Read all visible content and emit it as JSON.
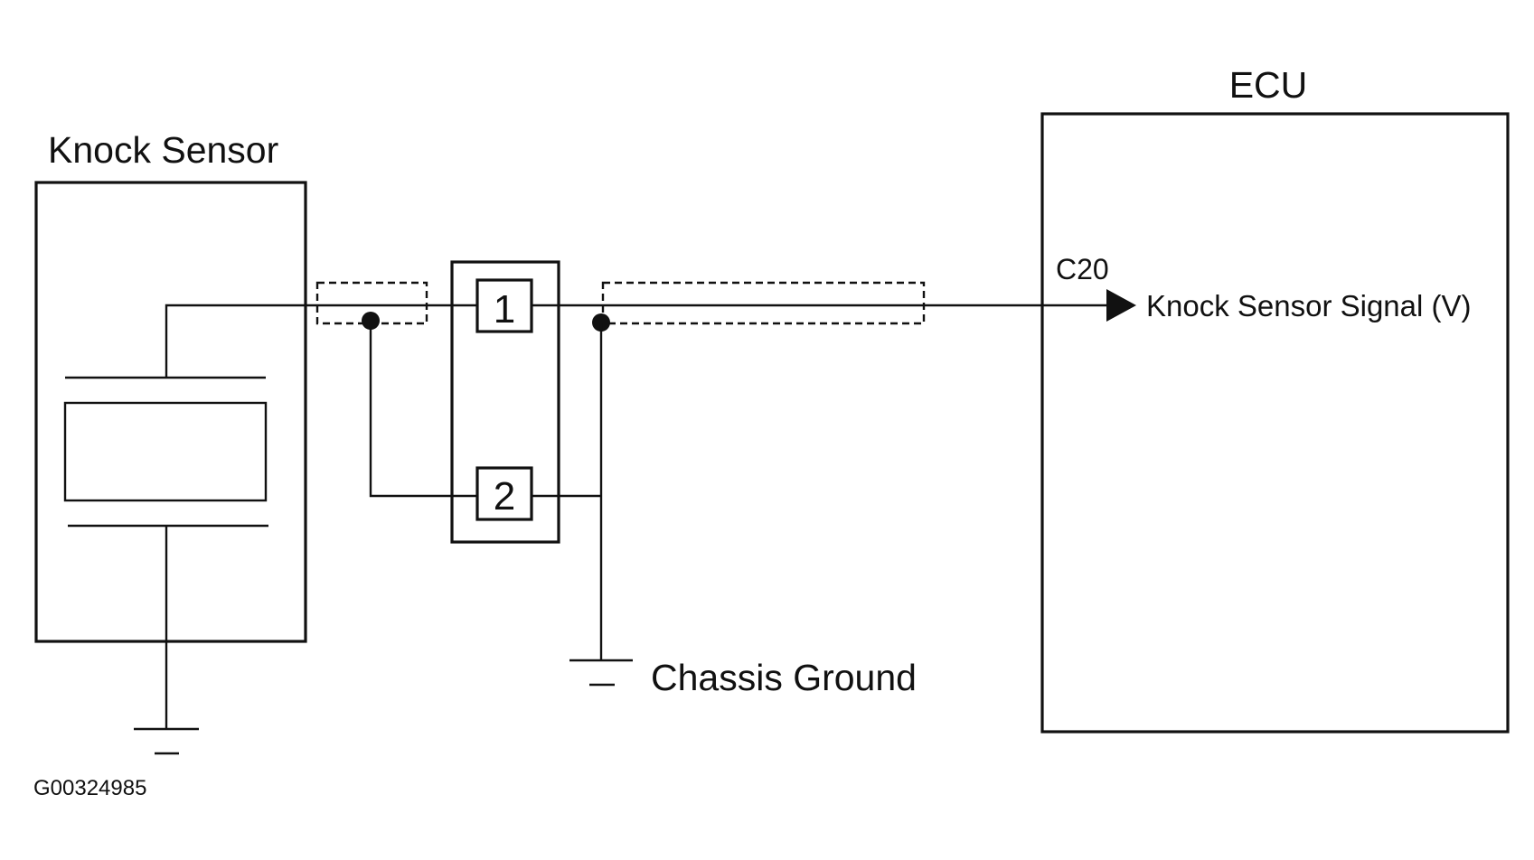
{
  "diagram": {
    "knock_sensor_label": "Knock Sensor",
    "ecu_label": "ECU",
    "pin_1": "1",
    "pin_2": "2",
    "ecu_terminal": "C20",
    "signal_label": "Knock Sensor Signal (V)",
    "chassis_ground_label": "Chassis Ground",
    "figure_id": "G00324985"
  }
}
